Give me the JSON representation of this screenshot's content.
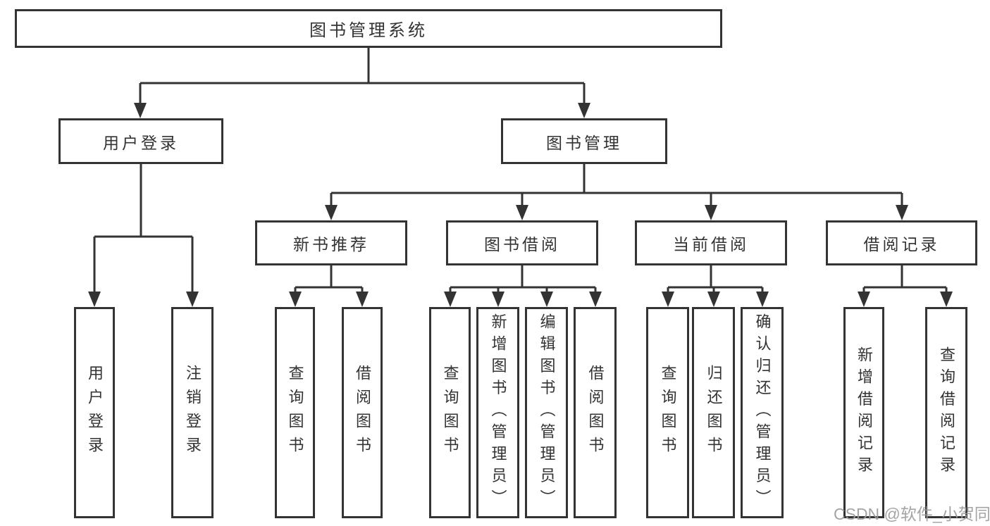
{
  "diagram_title": "图书管理系统",
  "tree": {
    "root": {
      "label": "图书管理系统"
    },
    "branches": [
      {
        "label": "用户登录",
        "children": [
          {
            "label": "用户登录"
          },
          {
            "label": "注销登录"
          }
        ]
      },
      {
        "label": "图书管理",
        "children": [
          {
            "label": "新书推荐",
            "children": [
              {
                "label": "查询图书"
              },
              {
                "label": "借阅图书"
              }
            ]
          },
          {
            "label": "图书借阅",
            "children": [
              {
                "label": "查询图书"
              },
              {
                "label": "新增图书（管理员）"
              },
              {
                "label": "编辑图书（管理员）"
              },
              {
                "label": "借阅图书"
              }
            ]
          },
          {
            "label": "当前借阅",
            "children": [
              {
                "label": "查询图书"
              },
              {
                "label": "归还图书"
              },
              {
                "label": "确认归还（管理员）"
              }
            ]
          },
          {
            "label": "借阅记录",
            "children": [
              {
                "label": "新增借阅记录"
              },
              {
                "label": "查询借阅记录"
              }
            ]
          }
        ]
      }
    ]
  },
  "watermark": "CSDN @软件_小贺同学",
  "colors": {
    "line": "#333333",
    "text": "#333333",
    "watermark": "#9b9b9b",
    "background": "#ffffff"
  }
}
